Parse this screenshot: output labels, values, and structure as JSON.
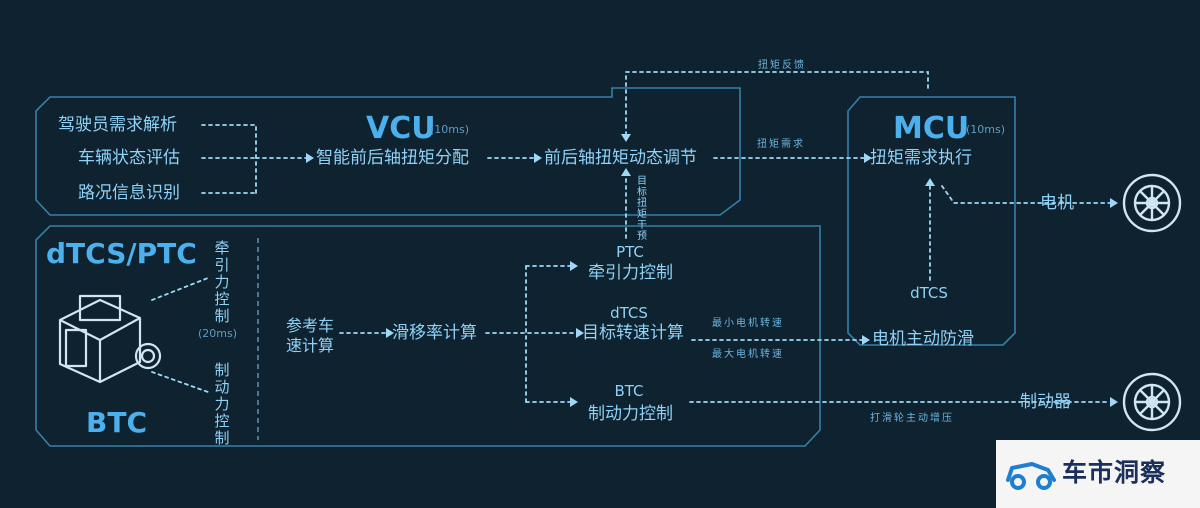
{
  "vcu": {
    "title": "VCU",
    "period": "(10ms)"
  },
  "mcu": {
    "title": "MCU",
    "period": "(10ms)"
  },
  "esp": {
    "title_top": "dTCS/PTC",
    "title_bottom": "BTC",
    "period": "(20ms)"
  },
  "inputs": [
    "驾驶员需求解析",
    "车辆状态评估",
    "路况信息识别"
  ],
  "vcu_nodes": {
    "distribution": "智能前后轴扭矩分配",
    "dynamic": "前后轴扭矩动态调节"
  },
  "mcu_node": "扭矩需求执行",
  "links": {
    "torque_feedback": "扭矩反馈",
    "torque_request": "扭矩需求",
    "target_torque_intervention": "目标扭矩干预",
    "min_motor_speed": "最小电机转速",
    "max_motor_speed": "最大电机转速",
    "active_wheel_pressure": "打滑轮主动增压"
  },
  "esp_functions": {
    "traction": "牵引力控制",
    "braking": "制动力控制"
  },
  "esp_inputs": {
    "ref_speed": "参考车速计算",
    "slip": "滑移率计算"
  },
  "esp_outputs": {
    "ptc_title": "PTC",
    "ptc_sub": "牵引力控制",
    "dtcs_title": "dTCS",
    "dtcs_sub": "目标转速计算",
    "btc_title": "BTC",
    "btc_sub": "制动力控制"
  },
  "motor_ctrl": {
    "title": "dTCS",
    "sub": "电机主动防滑"
  },
  "actuators": {
    "motor": "电机",
    "brake": "制动器"
  },
  "watermark": {
    "text": "车市洞察"
  },
  "colors": {
    "background": "#0e2230",
    "line": "#3f8fbd",
    "arrow": "#9fd8f7",
    "title": "#4cb0ec",
    "text": "#8fd2f6"
  }
}
